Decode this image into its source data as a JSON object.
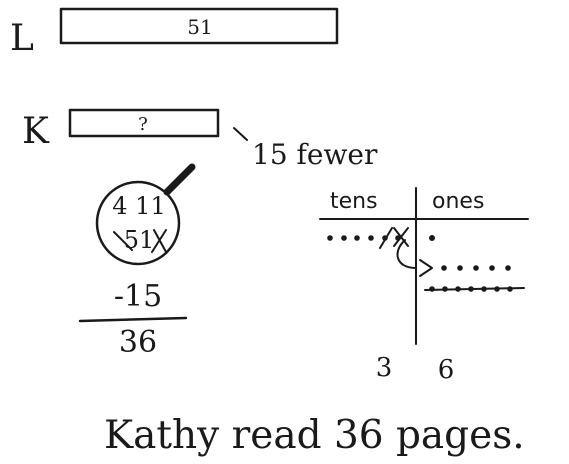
{
  "top_bar": {
    "label": "L",
    "value": "51"
  },
  "bottom_bar": {
    "label": "K",
    "value": "?",
    "annotation": "15 fewer"
  },
  "subtraction": {
    "regroup_top": "4 11",
    "original_digits": "51",
    "subtrahend": "-15",
    "result": "36"
  },
  "place_value_chart": {
    "tens_header": "tens",
    "ones_header": "ones",
    "tens_result": "3",
    "ones_result": "6"
  },
  "answer_sentence": "Kathy read 36 pages.",
  "colors": {
    "ink": "#1a1a1a",
    "background": "#ffffff"
  }
}
